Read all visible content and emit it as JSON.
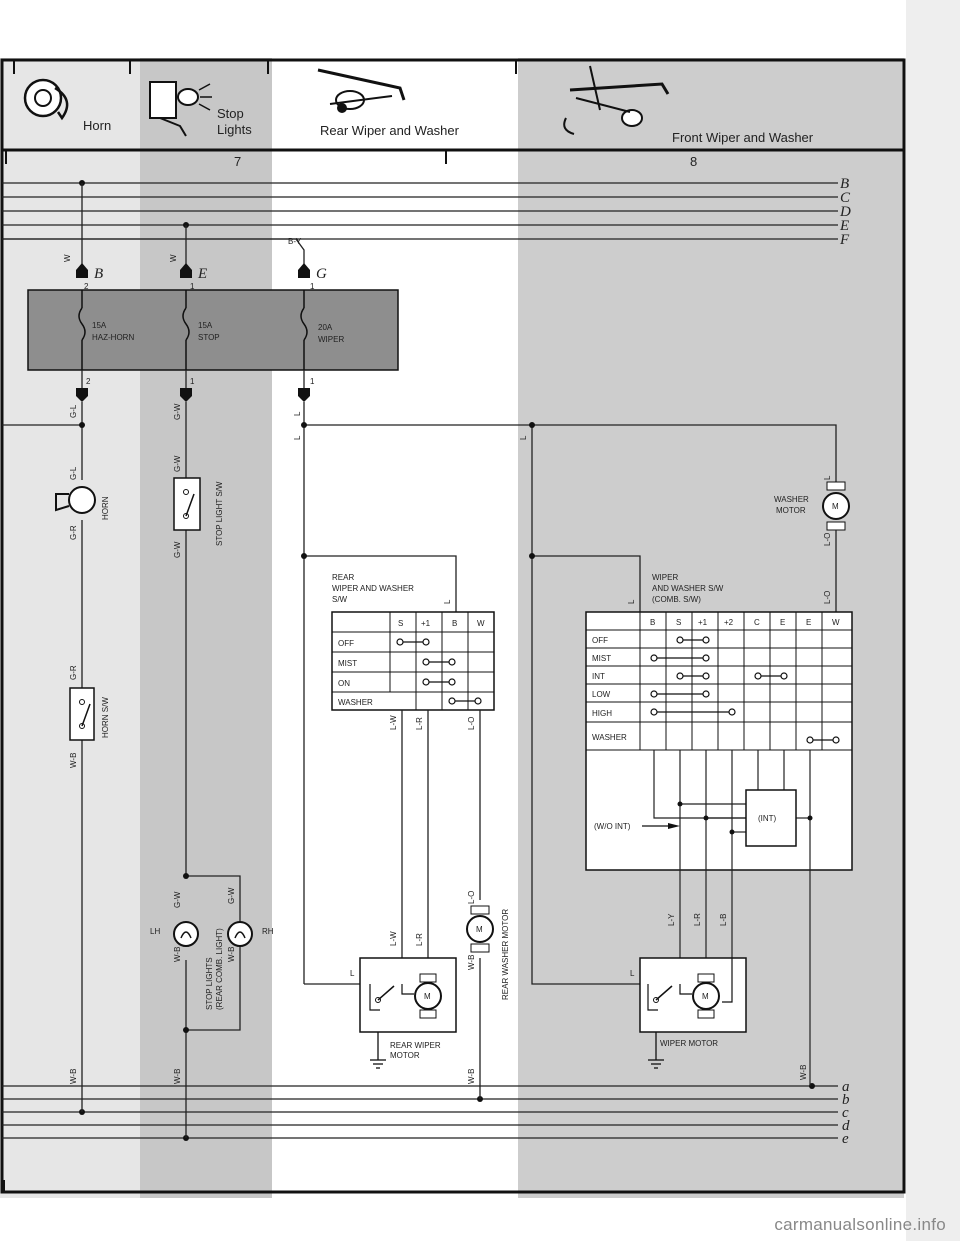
{
  "header": {
    "horn_label": "Horn",
    "stop_label_1": "Stop",
    "stop_label_2": "Lights",
    "rear_label": "Rear Wiper and Washer",
    "front_label": "Front Wiper and Washer",
    "col7": "7",
    "col8": "8"
  },
  "top_bus": [
    "B",
    "C",
    "D",
    "E",
    "F"
  ],
  "bottom_bus": [
    "a",
    "b",
    "c",
    "d",
    "e"
  ],
  "connectors": {
    "b": "B",
    "e": "E",
    "g": "G",
    "pin2": "2",
    "pin1": "1"
  },
  "fuses": [
    {
      "line1": "15A",
      "line2": "HAZ-HORN"
    },
    {
      "line1": "15A",
      "line2": "STOP"
    },
    {
      "line1": "20A",
      "line2": "WIPER"
    }
  ],
  "wires": {
    "w": "W",
    "by": "B-Y",
    "gl": "G-L",
    "gw": "G-W",
    "gr": "G-R",
    "wb": "W-B",
    "l": "L",
    "lw": "L-W",
    "lr": "L-R",
    "lo": "L-O",
    "ly": "L-Y",
    "lb": "L-B"
  },
  "components": {
    "horn": "HORN",
    "horn_sw": "HORN S/W",
    "stop_sw": "STOP LIGHT S/W",
    "stop_lights_1": "STOP LIGHTS",
    "stop_lights_2": "(REAR COMB. LIGHT)",
    "lh": "LH",
    "rh": "RH",
    "washer_motor_1": "WASHER",
    "washer_motor_2": "MOTOR",
    "rear_washer_motor": "REAR WASHER MOTOR",
    "rear_wiper_motor_1": "REAR WIPER",
    "rear_wiper_motor_2": "MOTOR",
    "wiper_motor": "WIPER MOTOR",
    "m": "M",
    "int_box": "(INT)",
    "wo_int": "(W/O INT)"
  },
  "rear_switch": {
    "title_1": "REAR",
    "title_2": "WIPER AND WASHER",
    "title_3": "S/W",
    "columns": [
      "S",
      "+1",
      "B",
      "W"
    ],
    "rows": [
      "OFF",
      "MIST",
      "ON",
      "WASHER"
    ]
  },
  "front_switch": {
    "title_1": "WIPER",
    "title_2": "AND WASHER S/W",
    "title_3": "(COMB. S/W)",
    "columns": [
      "B",
      "S",
      "+1",
      "+2",
      "C",
      "E",
      "E",
      "W"
    ],
    "rows": [
      "OFF",
      "MIST",
      "INT",
      "LOW",
      "HIGH",
      "WASHER"
    ]
  },
  "watermark": "carmanualsonline.info"
}
